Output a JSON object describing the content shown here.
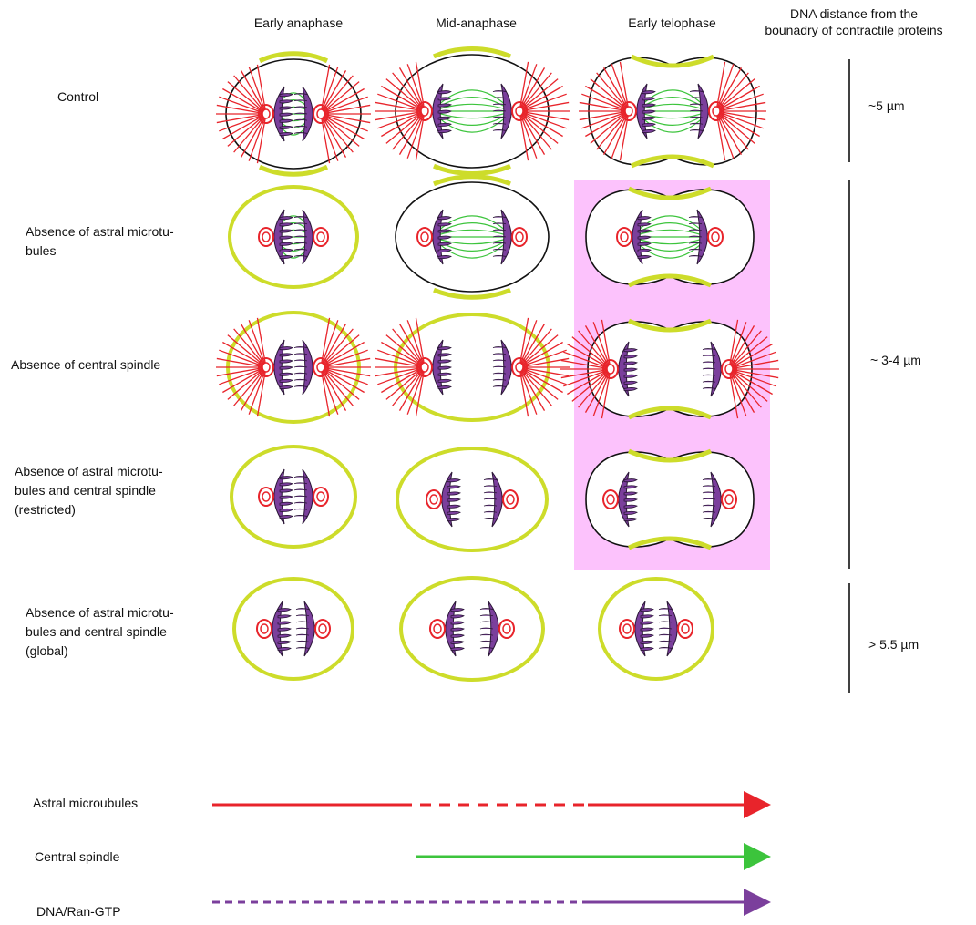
{
  "column_headers": [
    "Early anaphase",
    "Mid-anaphase",
    "Early telophase"
  ],
  "distance_header": "DNA distance from the\nbounadry of  contractile proteins",
  "rows": [
    {
      "label": "Control"
    },
    {
      "label": "Absence of astral microtu-\nbules"
    },
    {
      "label": "Absence of central spindle"
    },
    {
      "label": "Absence of astral microtu-\nbules and central spindle\n(restricted)"
    },
    {
      "label": "Absence of astral microtu-\nbules and central spindle\n(global)"
    }
  ],
  "distances": [
    "~5 µm",
    "~ 3-4 µm",
    "> 5.5 µm"
  ],
  "legend": [
    {
      "label": "Astral microubules",
      "color": "#e8242b"
    },
    {
      "label": "Central spindle",
      "color": "#3cc43c"
    },
    {
      "label": "DNA/Ran-GTP",
      "color": "#7b3f9c"
    }
  ],
  "colors": {
    "astral": "#e8242b",
    "spindle": "#3cc43c",
    "dna": "#7b3f9c",
    "contractile": "#cddc2a",
    "highlight": "#fcc2fc"
  }
}
